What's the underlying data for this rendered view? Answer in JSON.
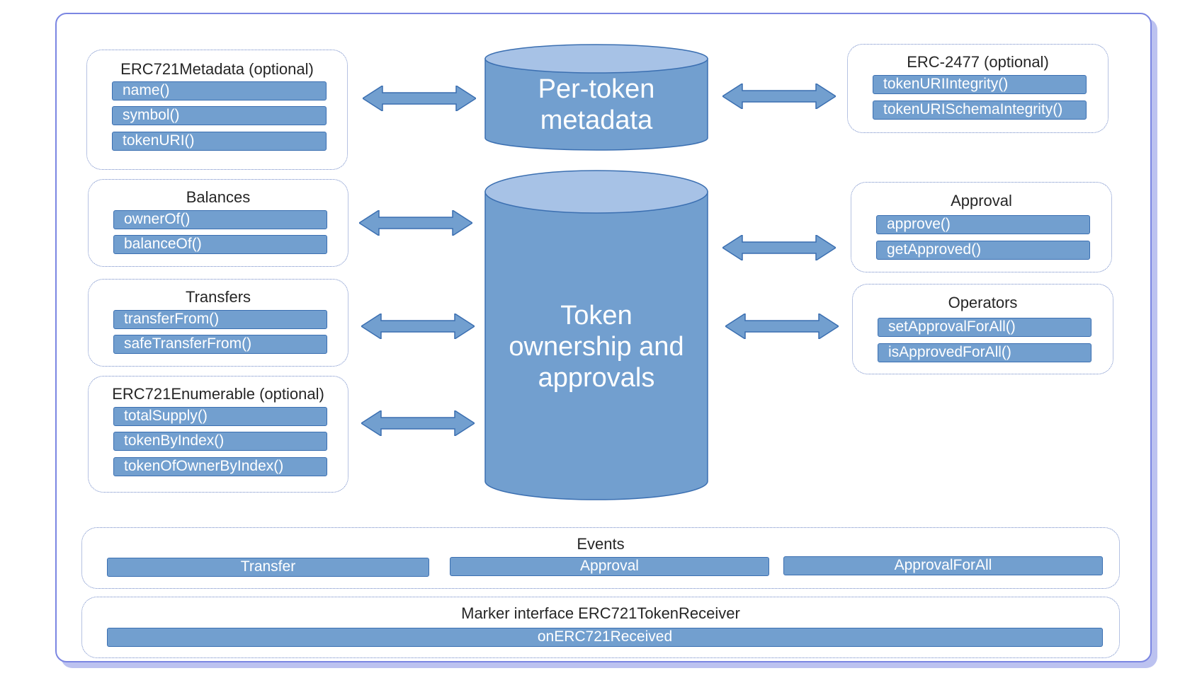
{
  "colors": {
    "frame_border": "#7b86e2",
    "frame_shadow": "#bcc2f0",
    "box_fill": "#729fcf",
    "box_border": "#3b6fb1",
    "cylinder_fill": "#729fcf",
    "cylinder_top": "#a7c2e6",
    "arrow_fill": "#729fcf"
  },
  "storage": {
    "metadata": [
      "Per-token",
      "metadata"
    ],
    "ownership": [
      "Token",
      "ownership and",
      "approvals"
    ]
  },
  "groups": {
    "metadata": {
      "title": "ERC721Metadata (optional)",
      "methods": [
        "name()",
        "symbol()",
        "tokenURI()"
      ]
    },
    "balances": {
      "title": "Balances",
      "methods": [
        "ownerOf()",
        "balanceOf()"
      ]
    },
    "transfers": {
      "title": "Transfers",
      "methods": [
        "transferFrom()",
        "safeTransferFrom()"
      ]
    },
    "enumerable": {
      "title": "ERC721Enumerable (optional)",
      "methods": [
        "totalSupply()",
        "tokenByIndex()",
        "tokenOfOwnerByIndex()"
      ]
    },
    "erc2477": {
      "title": "ERC-2477 (optional)",
      "methods": [
        "tokenURIIntegrity()",
        "tokenURISchemaIntegrity()"
      ]
    },
    "approval": {
      "title": "Approval",
      "methods": [
        "approve()",
        "getApproved()"
      ]
    },
    "operators": {
      "title": "Operators",
      "methods": [
        "setApprovalForAll()",
        "isApprovedForAll()"
      ]
    },
    "events": {
      "title": "Events",
      "items": [
        "Transfer",
        "Approval",
        "ApprovalForAll"
      ]
    },
    "receiver": {
      "title": "Marker interface ERC721TokenReceiver",
      "items": [
        "onERC721Received"
      ]
    }
  }
}
